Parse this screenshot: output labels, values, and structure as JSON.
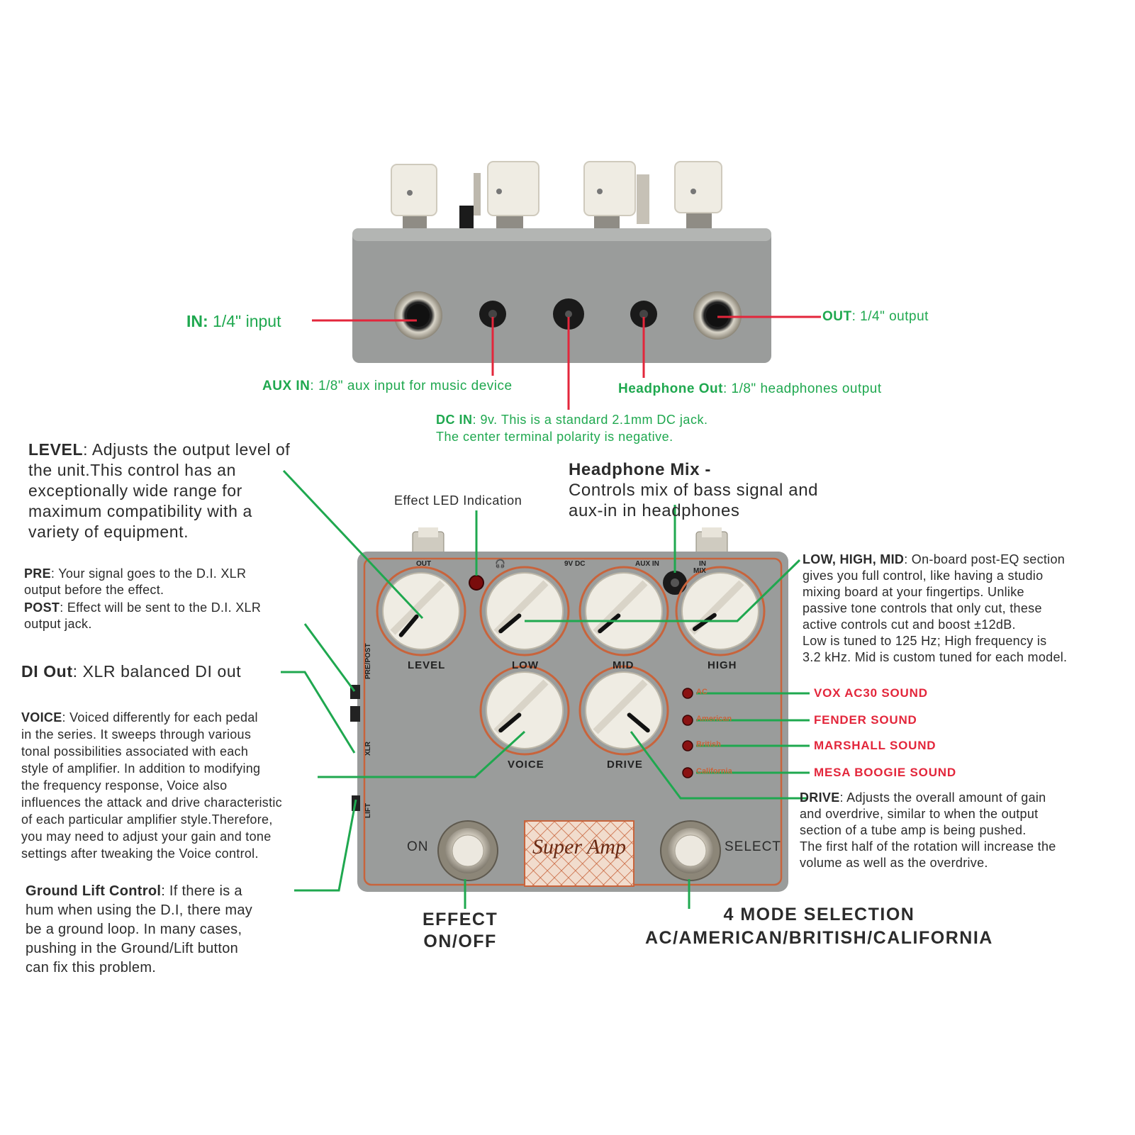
{
  "top_labels": {
    "in": {
      "term": "IN:",
      "desc": " 1/4\" input"
    },
    "out": {
      "term": "OUT",
      "desc": ": 1/4\" output"
    },
    "aux": {
      "term": "AUX IN",
      "desc": ": 1/8\" aux input for music device"
    },
    "headphone": {
      "term": "Headphone Out",
      "desc": ": 1/8\" headphones output"
    },
    "dc": {
      "term": "DC IN",
      "desc": ": 9v. This is a standard 2.1mm DC jack.",
      "line2": "The center terminal polarity is negative."
    }
  },
  "level": {
    "term": "LEVEL",
    "desc": ": Adjusts the output level of\nthe unit.This control has an\nexceptionally wide range for\nmaximum compatibility with a\nvariety of equipment."
  },
  "pre": {
    "term": "PRE",
    "desc": ": Your signal goes to the D.I. XLR\n        output before the effect."
  },
  "post": {
    "term": "POST",
    "desc": ": Effect  will be sent to the D.I. XLR\n        output jack."
  },
  "di_out": {
    "term": "DI Out",
    "desc": ": XLR balanced DI out"
  },
  "voice": {
    "term": "VOICE",
    "desc": ": Voiced differently for each pedal\nin the series. It sweeps through various\ntonal possibilities associated with each\nstyle of amplifier. In addition to modifying\nthe frequency response, Voice also\ninfluences the attack and drive characteristic\nof each particular amplifier style.Therefore,\nyou may need to adjust your gain and tone\nsettings after tweaking the Voice control."
  },
  "ground": {
    "term": "Ground Lift Control",
    "desc": ": If there is a\nhum when using the D.I, there may\n be a ground loop. In many cases,\npushing in the Ground/Lift button\ncan fix this problem."
  },
  "effect_led": "Effect LED Indication",
  "headphone_mix": {
    "term": "Headphone Mix -",
    "desc": "Controls mix of bass signal and\naux-in in headphones"
  },
  "eq": {
    "term": "LOW, HIGH, MID",
    "desc": ": On-board post-EQ section\ngives you full control, like having a studio\nmixing board at your fingertips. Unlike\npassive tone controls that only cut, these\nactive controls cut and boost ±12dB.\nLow is tuned to 125 Hz; High frequency is\n3.2 kHz. Mid is custom tuned for each model."
  },
  "sounds": [
    "VOX AC30 SOUND",
    "FENDER  SOUND",
    "MARSHALL SOUND",
    "MESA BOOGIE  SOUND"
  ],
  "drive": {
    "term": "DRIVE",
    "desc": ": Adjusts the overall amount of gain\nand overdrive, similar to when the output\nsection of a tube amp is being pushed.\nThe first half of the rotation will increase the\nvolume as well as the overdrive."
  },
  "effect_onoff": "EFFECT\nON/OFF",
  "mode_selection": "4 MODE SELECTION\nAC/AMERICAN/BRITISH/CALIFORNIA",
  "pedal": {
    "knobs": [
      "LEVEL",
      "LOW",
      "MID",
      "HIGH",
      "VOICE",
      "DRIVE"
    ],
    "on": "ON",
    "select": "SELECT",
    "logo": "Super Amp",
    "jack_labels": {
      "out": "OUT",
      "phones": "🎧",
      "dc": "9V DC",
      "aux": "AUX IN",
      "in": "IN",
      "mix": "MIX"
    },
    "side_labels": [
      "PRE/POST",
      "XLR",
      "LIFT"
    ],
    "modes": [
      "AC",
      "American",
      "British",
      "California"
    ]
  },
  "colors": {
    "accent_green": "#1fa84f",
    "accent_red": "#e3263b",
    "pedal_gray": "#9a9c9b",
    "trim_orange": "#c8643c"
  }
}
